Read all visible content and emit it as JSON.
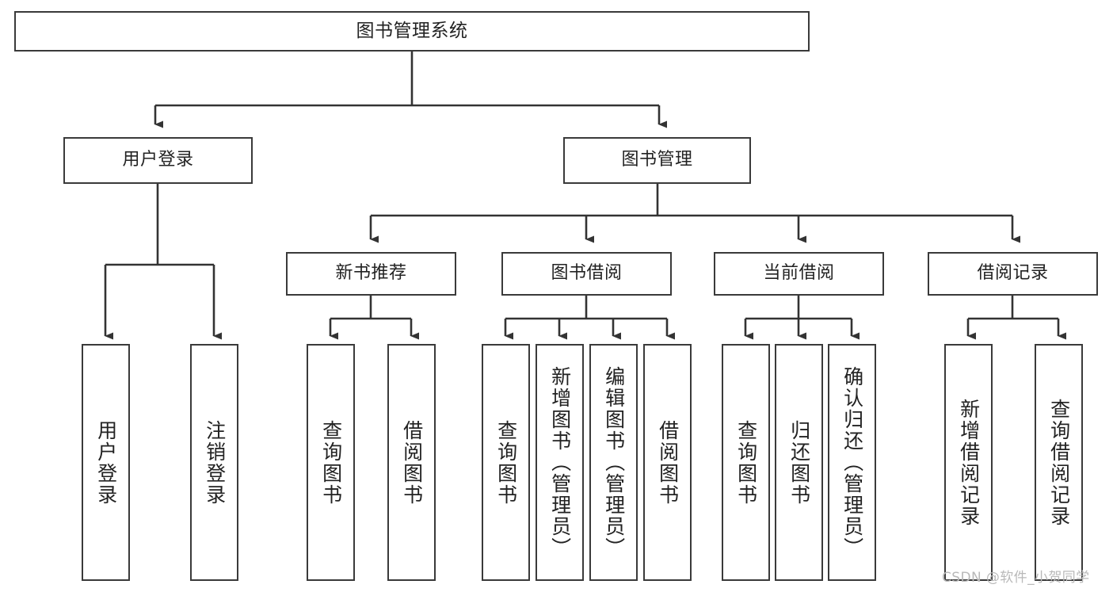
{
  "diagram": {
    "type": "tree",
    "title": "图书管理系统",
    "orientation": "top-down",
    "colors": {
      "box_border": "#3a3a3a",
      "box_fill": "#ffffff",
      "connector": "#333333",
      "text": "#222222",
      "watermark": "#b9b9b9",
      "background": "#ffffff"
    },
    "root": {
      "label": "图书管理系统"
    },
    "level2": [
      {
        "label": "用户登录"
      },
      {
        "label": "图书管理"
      }
    ],
    "level3": [
      {
        "label": "新书推荐"
      },
      {
        "label": "图书借阅"
      },
      {
        "label": "当前借阅"
      },
      {
        "label": "借阅记录"
      }
    ],
    "leaves": {
      "user_login": [
        {
          "label": "用户登录"
        },
        {
          "label": "注销登录"
        }
      ],
      "new_book_recommend": [
        {
          "label": "查询图书"
        },
        {
          "label": "借阅图书"
        }
      ],
      "book_borrow": [
        {
          "label": "查询图书"
        },
        {
          "label": "新增图书（管理员）"
        },
        {
          "label": "编辑图书（管理员）"
        },
        {
          "label": "借阅图书"
        }
      ],
      "current_borrow": [
        {
          "label": "查询图书"
        },
        {
          "label": "归还图书"
        },
        {
          "label": "确认归还（管理员）"
        }
      ],
      "borrow_record": [
        {
          "label": "新增借阅记录"
        },
        {
          "label": "查询借阅记录"
        }
      ]
    },
    "watermark": "CSDN @软件_小贺同学"
  }
}
